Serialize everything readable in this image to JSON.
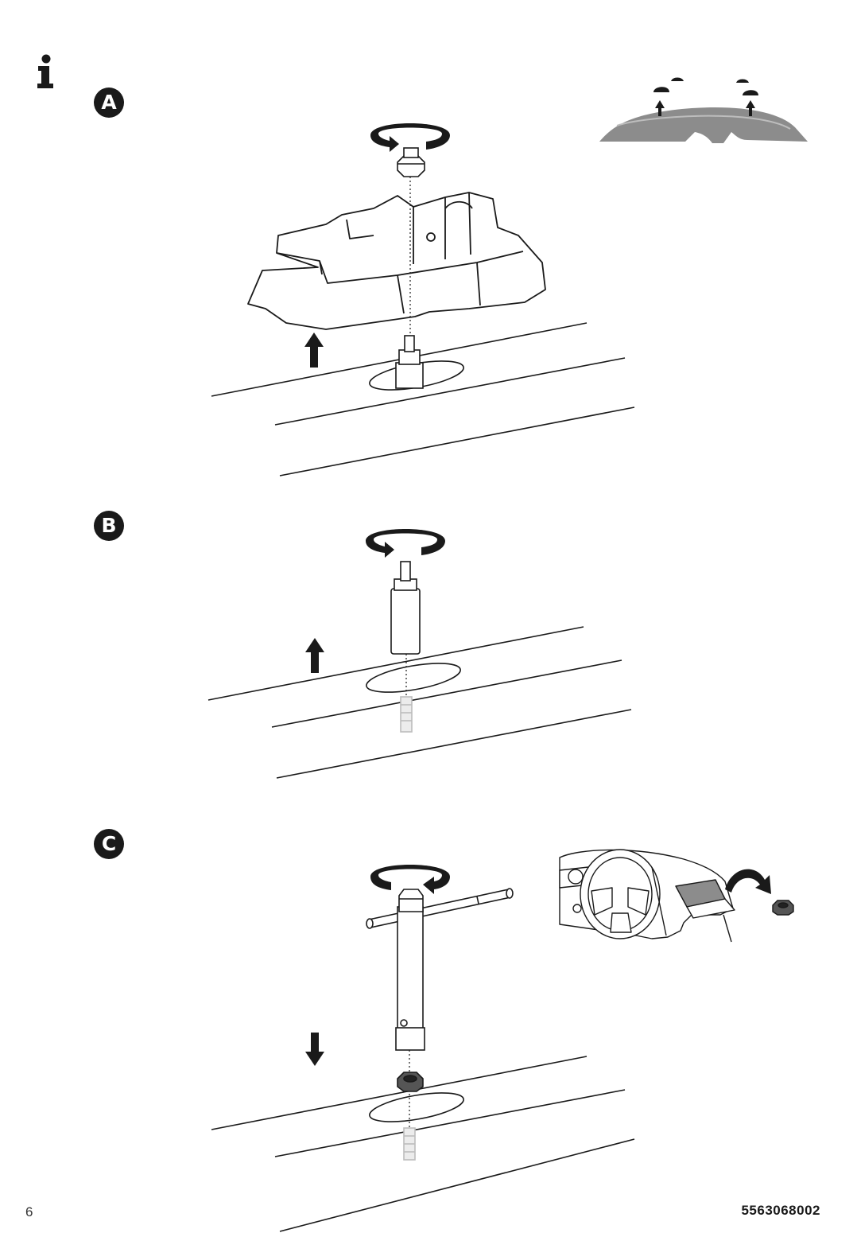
{
  "steps": [
    {
      "label": "A"
    },
    {
      "label": "B"
    },
    {
      "label": "C"
    }
  ],
  "footer": {
    "page_number": "6",
    "document_code": "5563068002"
  },
  "icons": {
    "info": "info-icon",
    "rotate": "rotate-arrow-icon",
    "lift": "up-arrow-icon",
    "lower": "down-arrow-icon"
  },
  "colors": {
    "ink": "#1a1a1a",
    "roof_gray": "#8c8c8c",
    "faded": "#bdbdbd"
  }
}
